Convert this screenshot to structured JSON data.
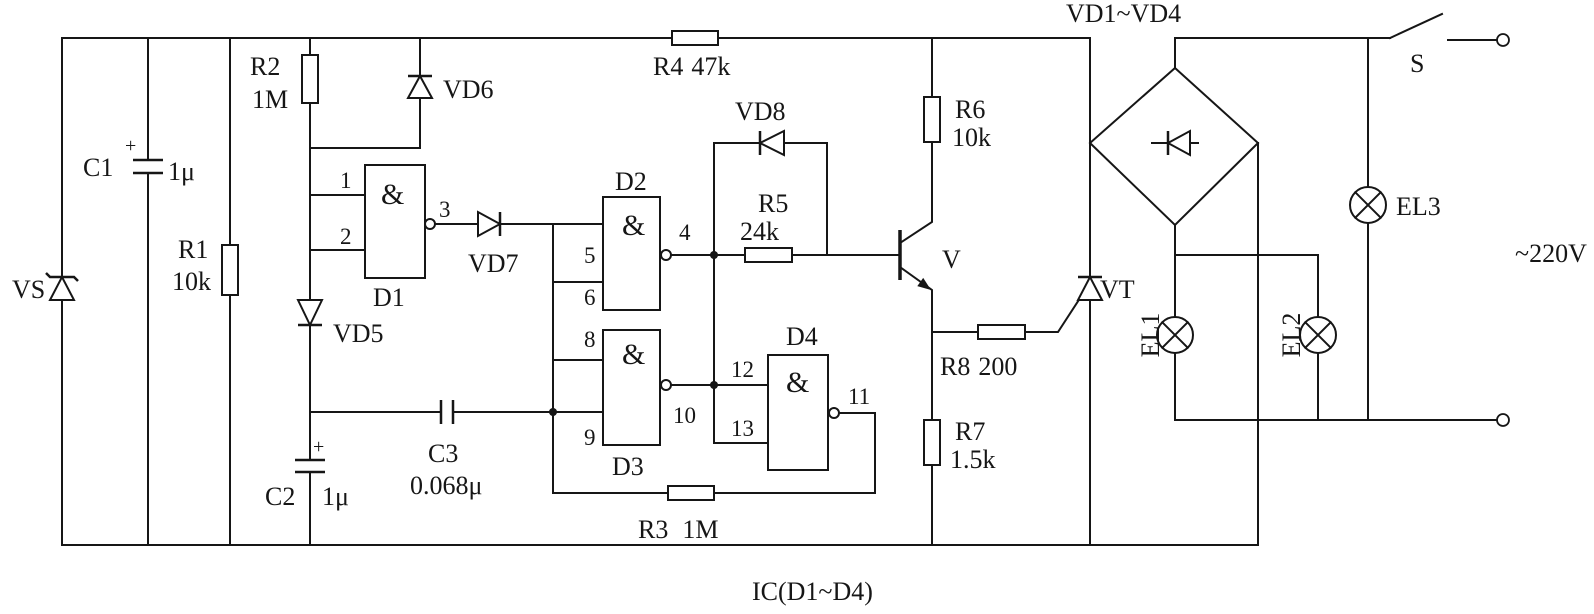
{
  "diagram": {
    "supply_label": "~220V",
    "ic_label": "IC(D1~D4)"
  },
  "components": {
    "VS": {
      "name": "VS",
      "icon": "zener-diode-icon"
    },
    "C1": {
      "name": "C1",
      "value": "1μ",
      "polarity": "+",
      "icon": "polarized-capacitor-icon"
    },
    "R1": {
      "name": "R1",
      "value": "10k",
      "icon": "resistor-icon"
    },
    "R2": {
      "name": "R2",
      "value": "1M",
      "icon": "resistor-icon"
    },
    "VD6": {
      "name": "VD6",
      "icon": "diode-icon"
    },
    "D1": {
      "name": "D1",
      "symbol": "&",
      "pin_in1": "1",
      "pin_in2": "2",
      "pin_out": "3",
      "icon": "nand-gate-icon"
    },
    "VD5": {
      "name": "VD5",
      "icon": "diode-icon"
    },
    "C2": {
      "name": "C2",
      "value": "1μ",
      "polarity": "+",
      "icon": "polarized-capacitor-icon"
    },
    "C3": {
      "name": "C3",
      "value": "0.068μ",
      "icon": "capacitor-icon"
    },
    "VD7": {
      "name": "VD7",
      "icon": "diode-icon"
    },
    "D2": {
      "name": "D2",
      "symbol": "&",
      "pin_in1": "5",
      "pin_in2": "6",
      "pin_out": "4",
      "icon": "nand-gate-icon"
    },
    "D3": {
      "name": "D3",
      "symbol": "&",
      "pin_in1": "8",
      "pin_in2": "9",
      "pin_out": "10",
      "icon": "nand-gate-icon"
    },
    "D4": {
      "name": "D4",
      "symbol": "&",
      "pin_in1": "12",
      "pin_in2": "13",
      "pin_out": "11",
      "icon": "nand-gate-icon"
    },
    "VD8": {
      "name": "VD8",
      "icon": "diode-icon"
    },
    "R5": {
      "name": "R5",
      "value": "24k",
      "icon": "resistor-icon"
    },
    "R4": {
      "name": "R4",
      "value": "47k",
      "icon": "resistor-icon"
    },
    "R3": {
      "name": "R3",
      "value": "1M",
      "icon": "resistor-icon"
    },
    "R6": {
      "name": "R6",
      "value": "10k",
      "icon": "resistor-icon"
    },
    "V": {
      "name": "V",
      "icon": "npn-transistor-icon"
    },
    "R7": {
      "name": "R7",
      "value": "1.5k",
      "icon": "resistor-icon"
    },
    "R8": {
      "name": "R8",
      "value": "200",
      "icon": "resistor-icon"
    },
    "VT": {
      "name": "VT",
      "icon": "thyristor-icon"
    },
    "bridge": {
      "name": "VD1~VD4",
      "icon": "bridge-rectifier-icon"
    },
    "S": {
      "name": "S",
      "icon": "switch-icon"
    },
    "EL1": {
      "name": "EL1",
      "icon": "lamp-icon"
    },
    "EL2": {
      "name": "EL2",
      "icon": "lamp-icon"
    },
    "EL3": {
      "name": "EL3",
      "icon": "lamp-icon"
    }
  }
}
